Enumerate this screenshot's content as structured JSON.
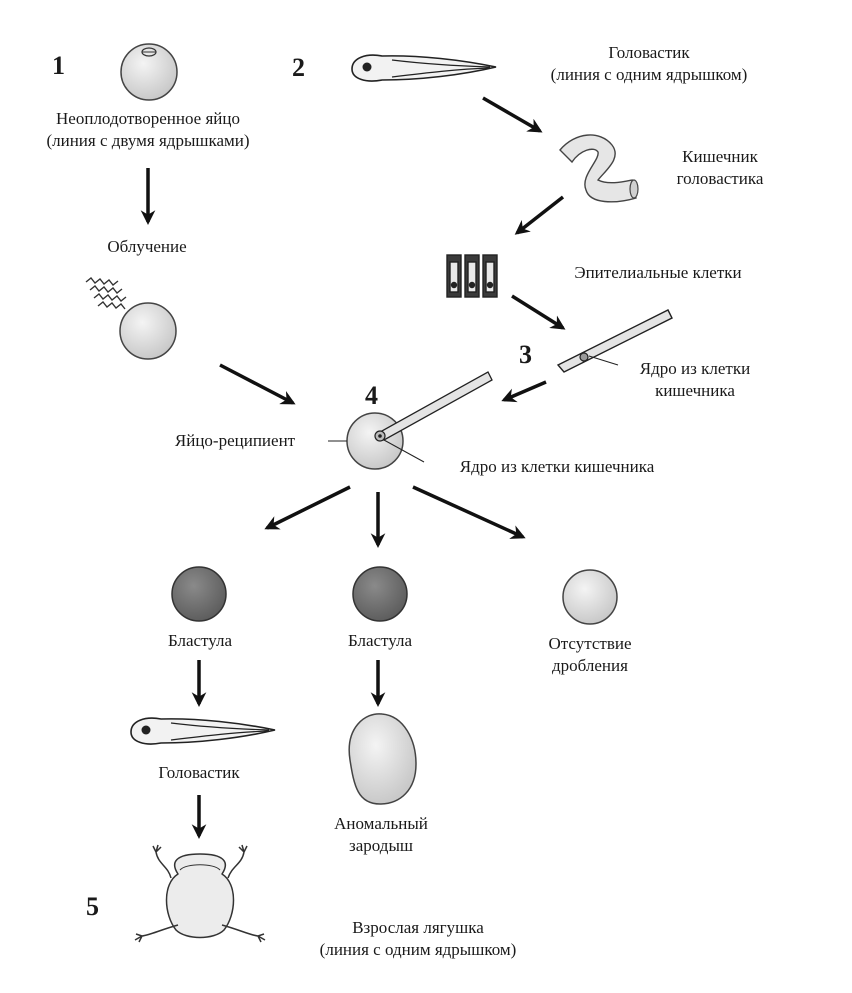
{
  "steps": [
    "1",
    "2",
    "3",
    "4",
    "5"
  ],
  "labels": {
    "unfertilized_egg": [
      "Неоплодотворенное яйцо",
      "(линия с двумя ядрышками)"
    ],
    "irradiation": "Облучение",
    "tadpole_source": [
      "Головастик",
      "(линия с одним ядрышком)"
    ],
    "tadpole_intestine": [
      "Кишечник",
      "головастика"
    ],
    "epithelial_cells": "Эпителиальные клетки",
    "nucleus_from_intestine_cell_pipette": [
      "Ядро из клетки",
      "кишечника"
    ],
    "recipient_egg": "Яйцо-реципиент",
    "nucleus_from_intestine_cell": "Ядро из клетки кишечника",
    "blastula_left": "Бластула",
    "blastula_middle": "Бластула",
    "no_cleavage": [
      "Отсутствие",
      "дробления"
    ],
    "tadpole_result": "Головастик",
    "abnormal_embryo": [
      "Аномальный",
      "зародыш"
    ],
    "adult_frog": [
      "Взрослая лягушка",
      "(линия с одним ядрышком)"
    ]
  }
}
